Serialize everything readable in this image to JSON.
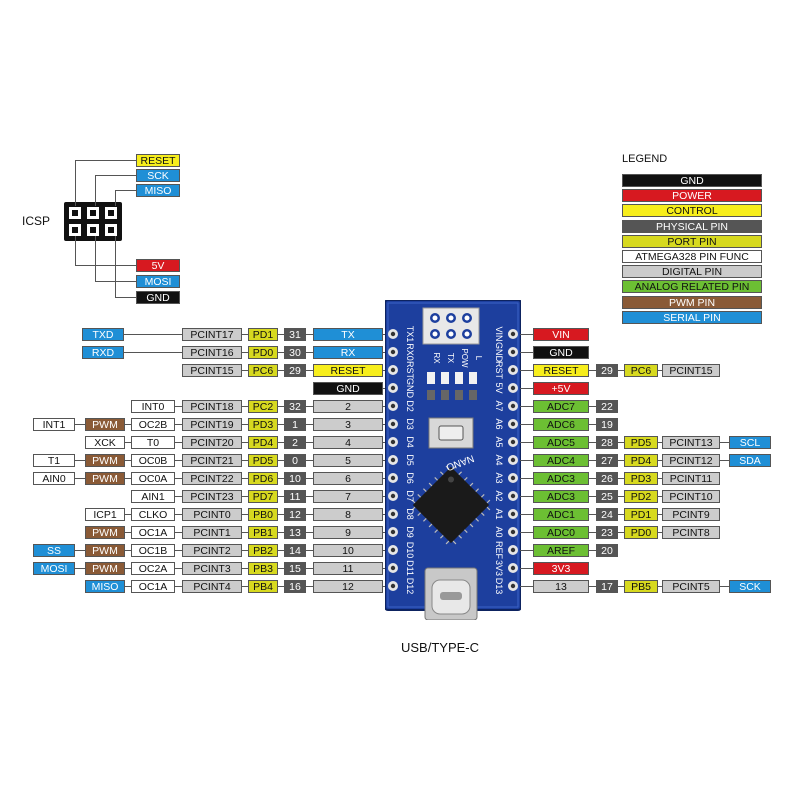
{
  "legend": {
    "title": "LEGEND",
    "items": [
      {
        "label": "GND",
        "cls": "c-gnd"
      },
      {
        "label": "POWER",
        "cls": "c-power"
      },
      {
        "label": "CONTROL",
        "cls": "c-control"
      },
      {
        "label": "PHYSICAL PIN",
        "cls": "c-physical"
      },
      {
        "label": "PORT PIN",
        "cls": "c-port"
      },
      {
        "label": "ATMEGA328 PIN FUNC",
        "cls": "c-func"
      },
      {
        "label": "DIGITAL PIN",
        "cls": "c-digital"
      },
      {
        "label": "ANALOG RELATED PIN",
        "cls": "c-analog"
      },
      {
        "label": "PWM PIN",
        "cls": "c-pwm"
      },
      {
        "label": "SERIAL PIN",
        "cls": "c-serial"
      }
    ]
  },
  "icsp": {
    "label": "ICSP",
    "top_pins": [
      {
        "label": "RESET",
        "cls": "c-control"
      },
      {
        "label": "SCK",
        "cls": "c-serial"
      },
      {
        "label": "MISO",
        "cls": "c-serial"
      }
    ],
    "bottom_pins": [
      {
        "label": "5V",
        "cls": "c-power"
      },
      {
        "label": "MOSI",
        "cls": "c-serial"
      },
      {
        "label": "GND",
        "cls": "c-gnd"
      }
    ]
  },
  "board": {
    "name": "NANO",
    "usb_label": "USB/TYPE-C",
    "led_labels": [
      "RX",
      "TX",
      "POW",
      "L"
    ],
    "left_silk": [
      "TX1",
      "RX0",
      "RST",
      "GND",
      "D2",
      "D3",
      "D4",
      "D5",
      "D6",
      "D7",
      "D8",
      "D9",
      "D10",
      "D11",
      "D12"
    ],
    "right_silk": [
      "VIN",
      "GND",
      "RST",
      "5V",
      "A7",
      "A6",
      "A5",
      "A4",
      "A3",
      "A2",
      "A1",
      "A0",
      "REF",
      "3V3",
      "D13"
    ]
  },
  "left_rows": [
    [
      {
        "t": "TXD",
        "c": "c-serial"
      },
      {
        "t": "PCINT17",
        "c": "c-digital"
      },
      {
        "t": "PD1",
        "c": "c-port"
      },
      {
        "t": "31",
        "c": "c-physical"
      },
      {
        "t": "TX",
        "c": "c-serial"
      }
    ],
    [
      {
        "t": "RXD",
        "c": "c-serial"
      },
      {
        "t": "PCINT16",
        "c": "c-digital"
      },
      {
        "t": "PD0",
        "c": "c-port"
      },
      {
        "t": "30",
        "c": "c-physical"
      },
      {
        "t": "RX",
        "c": "c-serial"
      }
    ],
    [
      {
        "t": "PCINT15",
        "c": "c-digital"
      },
      {
        "t": "PC6",
        "c": "c-port"
      },
      {
        "t": "29",
        "c": "c-physical"
      },
      {
        "t": "RESET",
        "c": "c-control"
      }
    ],
    [
      {
        "t": "GND",
        "c": "c-gnd"
      }
    ],
    [
      {
        "t": "INT0",
        "c": "c-func"
      },
      {
        "t": "PCINT18",
        "c": "c-digital"
      },
      {
        "t": "PC2",
        "c": "c-port"
      },
      {
        "t": "32",
        "c": "c-physical"
      },
      {
        "t": "2",
        "c": "c-digital"
      }
    ],
    [
      {
        "t": "INT1",
        "c": "c-func"
      },
      {
        "t": "PWM",
        "c": "c-pwm"
      },
      {
        "t": "OC2B",
        "c": "c-func"
      },
      {
        "t": "PCINT19",
        "c": "c-digital"
      },
      {
        "t": "PD3",
        "c": "c-port"
      },
      {
        "t": "1",
        "c": "c-physical"
      },
      {
        "t": "3",
        "c": "c-digital"
      }
    ],
    [
      {
        "t": "XCK",
        "c": "c-func"
      },
      {
        "t": "T0",
        "c": "c-func"
      },
      {
        "t": "PCINT20",
        "c": "c-digital"
      },
      {
        "t": "PD4",
        "c": "c-port"
      },
      {
        "t": "2",
        "c": "c-physical"
      },
      {
        "t": "4",
        "c": "c-digital"
      }
    ],
    [
      {
        "t": "T1",
        "c": "c-func"
      },
      {
        "t": "PWM",
        "c": "c-pwm"
      },
      {
        "t": "OC0B",
        "c": "c-func"
      },
      {
        "t": "PCINT21",
        "c": "c-digital"
      },
      {
        "t": "PD5",
        "c": "c-port"
      },
      {
        "t": "0",
        "c": "c-physical"
      },
      {
        "t": "5",
        "c": "c-digital"
      }
    ],
    [
      {
        "t": "AIN0",
        "c": "c-func"
      },
      {
        "t": "PWM",
        "c": "c-pwm"
      },
      {
        "t": "OC0A",
        "c": "c-func"
      },
      {
        "t": "PCINT22",
        "c": "c-digital"
      },
      {
        "t": "PD6",
        "c": "c-port"
      },
      {
        "t": "10",
        "c": "c-physical"
      },
      {
        "t": "6",
        "c": "c-digital"
      }
    ],
    [
      {
        "t": "AIN1",
        "c": "c-func"
      },
      {
        "t": "PCINT23",
        "c": "c-digital"
      },
      {
        "t": "PD7",
        "c": "c-port"
      },
      {
        "t": "11",
        "c": "c-physical"
      },
      {
        "t": "7",
        "c": "c-digital"
      }
    ],
    [
      {
        "t": "ICP1",
        "c": "c-func"
      },
      {
        "t": "CLKO",
        "c": "c-func"
      },
      {
        "t": "PCINT0",
        "c": "c-digital"
      },
      {
        "t": "PB0",
        "c": "c-port"
      },
      {
        "t": "12",
        "c": "c-physical"
      },
      {
        "t": "8",
        "c": "c-digital"
      }
    ],
    [
      {
        "t": "PWM",
        "c": "c-pwm"
      },
      {
        "t": "OC1A",
        "c": "c-func"
      },
      {
        "t": "PCINT1",
        "c": "c-digital"
      },
      {
        "t": "PB1",
        "c": "c-port"
      },
      {
        "t": "13",
        "c": "c-physical"
      },
      {
        "t": "9",
        "c": "c-digital"
      }
    ],
    [
      {
        "t": "SS",
        "c": "c-serial"
      },
      {
        "t": "PWM",
        "c": "c-pwm"
      },
      {
        "t": "OC1B",
        "c": "c-func"
      },
      {
        "t": "PCINT2",
        "c": "c-digital"
      },
      {
        "t": "PB2",
        "c": "c-port"
      },
      {
        "t": "14",
        "c": "c-physical"
      },
      {
        "t": "10",
        "c": "c-digital"
      }
    ],
    [
      {
        "t": "MOSI",
        "c": "c-serial"
      },
      {
        "t": "PWM",
        "c": "c-pwm"
      },
      {
        "t": "OC2A",
        "c": "c-func"
      },
      {
        "t": "PCINT3",
        "c": "c-digital"
      },
      {
        "t": "PB3",
        "c": "c-port"
      },
      {
        "t": "15",
        "c": "c-physical"
      },
      {
        "t": "11",
        "c": "c-digital"
      }
    ],
    [
      {
        "t": "MISO",
        "c": "c-serial"
      },
      {
        "t": "OC1A",
        "c": "c-func"
      },
      {
        "t": "PCINT4",
        "c": "c-digital"
      },
      {
        "t": "PB4",
        "c": "c-port"
      },
      {
        "t": "16",
        "c": "c-physical"
      },
      {
        "t": "12",
        "c": "c-digital"
      }
    ]
  ],
  "right_rows": [
    [
      {
        "t": "VIN",
        "c": "c-power"
      }
    ],
    [
      {
        "t": "GND",
        "c": "c-gnd"
      }
    ],
    [
      {
        "t": "RESET",
        "c": "c-control"
      },
      {
        "t": "29",
        "c": "c-physical"
      },
      {
        "t": "PC6",
        "c": "c-port"
      },
      {
        "t": "PCINT15",
        "c": "c-digital"
      }
    ],
    [
      {
        "t": "+5V",
        "c": "c-power"
      }
    ],
    [
      {
        "t": "ADC7",
        "c": "c-analog"
      },
      {
        "t": "22",
        "c": "c-physical"
      }
    ],
    [
      {
        "t": "ADC6",
        "c": "c-analog"
      },
      {
        "t": "19",
        "c": "c-physical"
      }
    ],
    [
      {
        "t": "ADC5",
        "c": "c-analog"
      },
      {
        "t": "28",
        "c": "c-physical"
      },
      {
        "t": "PD5",
        "c": "c-port"
      },
      {
        "t": "PCINT13",
        "c": "c-digital"
      },
      {
        "t": "SCL",
        "c": "c-serial"
      }
    ],
    [
      {
        "t": "ADC4",
        "c": "c-analog"
      },
      {
        "t": "27",
        "c": "c-physical"
      },
      {
        "t": "PD4",
        "c": "c-port"
      },
      {
        "t": "PCINT12",
        "c": "c-digital"
      },
      {
        "t": "SDA",
        "c": "c-serial"
      }
    ],
    [
      {
        "t": "ADC3",
        "c": "c-analog"
      },
      {
        "t": "26",
        "c": "c-physical"
      },
      {
        "t": "PD3",
        "c": "c-port"
      },
      {
        "t": "PCINT11",
        "c": "c-digital"
      }
    ],
    [
      {
        "t": "ADC3",
        "c": "c-analog"
      },
      {
        "t": "25",
        "c": "c-physical"
      },
      {
        "t": "PD2",
        "c": "c-port"
      },
      {
        "t": "PCINT10",
        "c": "c-digital"
      }
    ],
    [
      {
        "t": "ADC1",
        "c": "c-analog"
      },
      {
        "t": "24",
        "c": "c-physical"
      },
      {
        "t": "PD1",
        "c": "c-port"
      },
      {
        "t": "PCINT9",
        "c": "c-digital"
      }
    ],
    [
      {
        "t": "ADC0",
        "c": "c-analog"
      },
      {
        "t": "23",
        "c": "c-physical"
      },
      {
        "t": "PD0",
        "c": "c-port"
      },
      {
        "t": "PCINT8",
        "c": "c-digital"
      }
    ],
    [
      {
        "t": "AREF",
        "c": "c-analog"
      },
      {
        "t": "20",
        "c": "c-physical"
      }
    ],
    [
      {
        "t": "3V3",
        "c": "c-power"
      }
    ],
    [
      {
        "t": "13",
        "c": "c-digital"
      },
      {
        "t": "17",
        "c": "c-physical"
      },
      {
        "t": "PB5",
        "c": "c-port"
      },
      {
        "t": "PCINT5",
        "c": "c-digital"
      },
      {
        "t": "SCK",
        "c": "c-serial"
      }
    ]
  ]
}
